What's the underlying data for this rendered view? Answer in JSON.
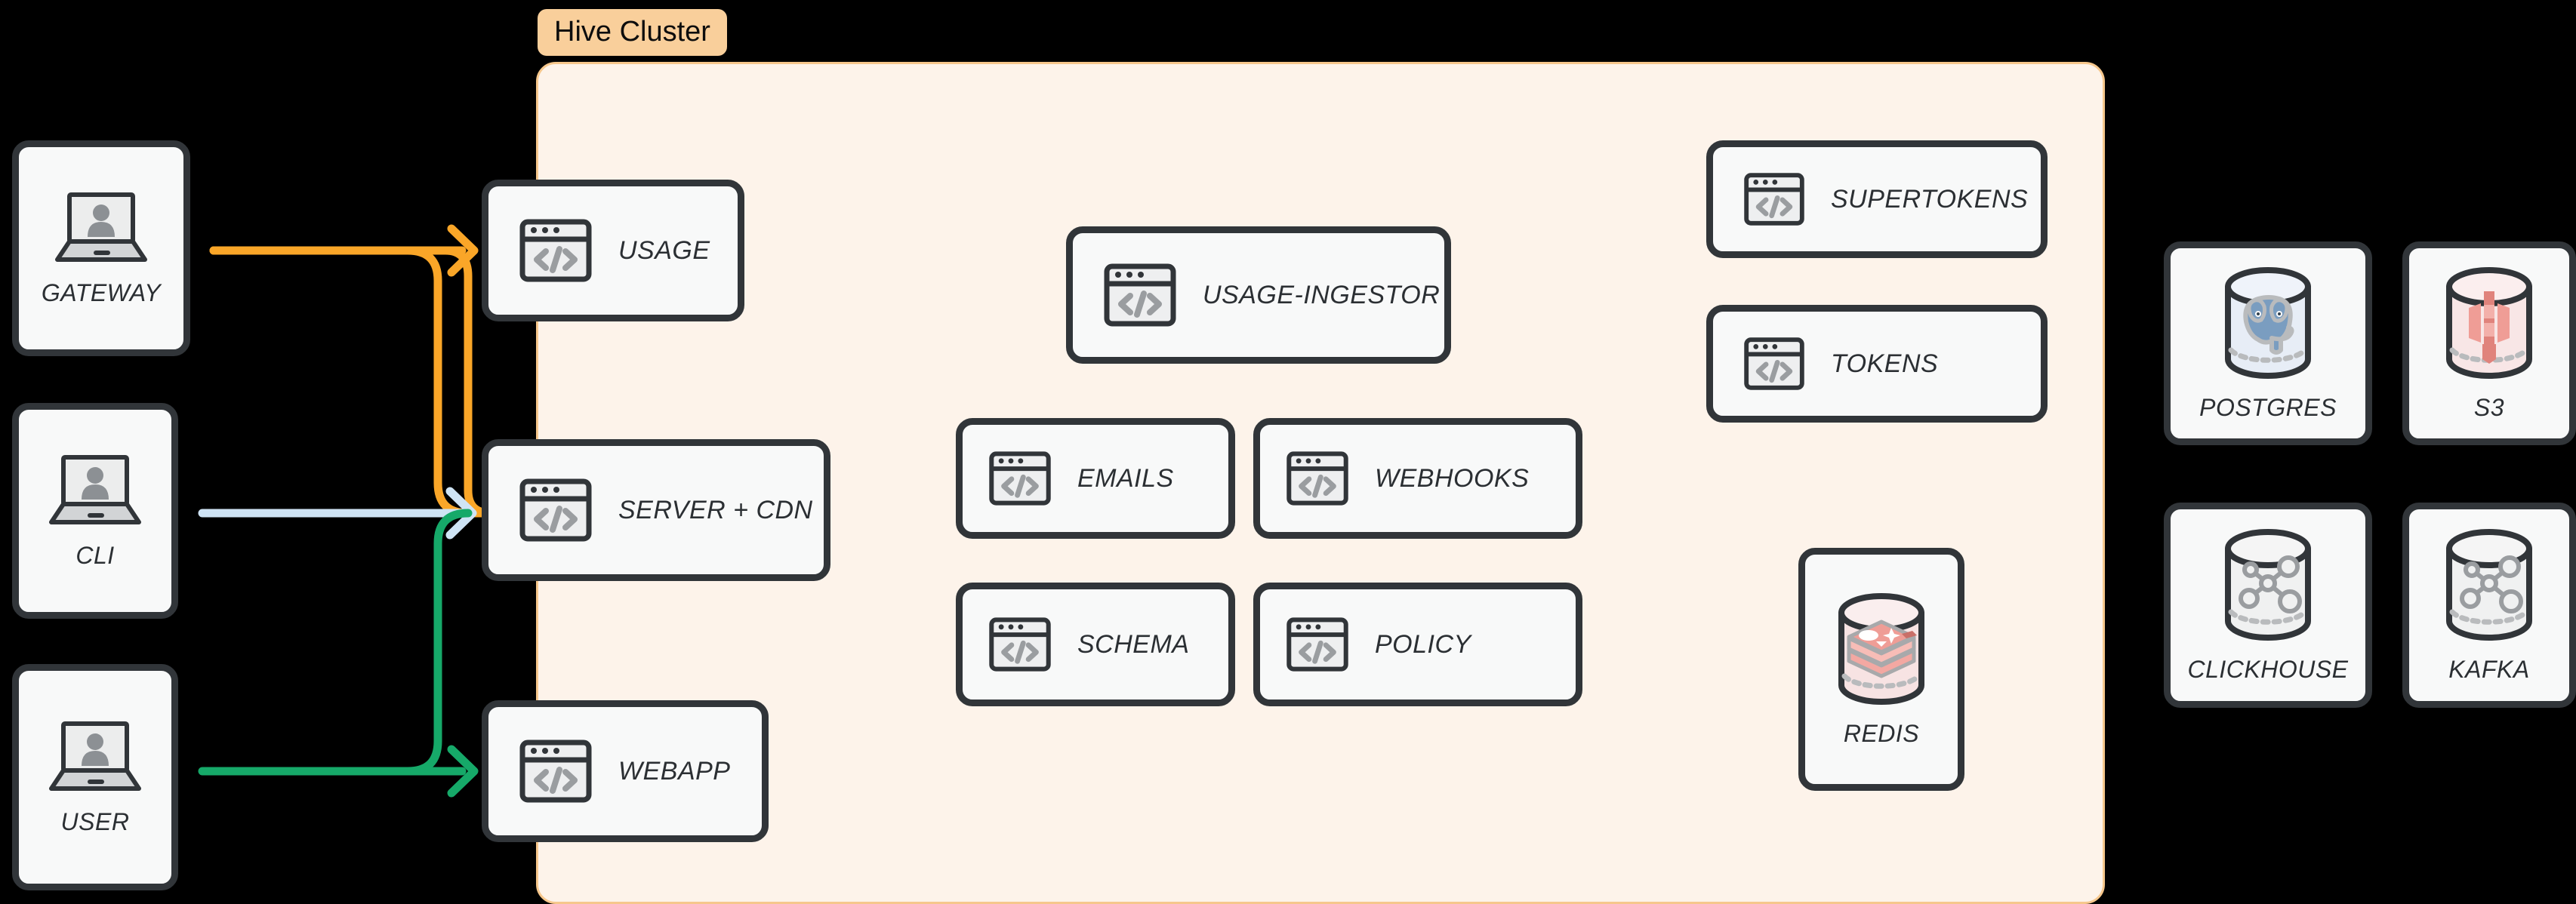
{
  "diagram": {
    "title": "Hive Cluster architecture diagram",
    "background_color": "#000000"
  },
  "cluster": {
    "badge_label": "Hive Cluster",
    "badge_bg": "#f9cf9b",
    "panel_bg": "#fdf3ea",
    "panel_border": "#f6c78c"
  },
  "clients": [
    {
      "label": "GATEWAY",
      "icon": "laptop-user-icon"
    },
    {
      "label": "CLI",
      "icon": "laptop-user-icon"
    },
    {
      "label": "USER",
      "icon": "laptop-user-icon"
    }
  ],
  "edge_services": [
    {
      "label": "USAGE",
      "icon": "code-window-icon"
    },
    {
      "label": "SERVER + CDN",
      "icon": "code-window-icon"
    },
    {
      "label": "WEBAPP",
      "icon": "code-window-icon"
    }
  ],
  "cluster_services": [
    {
      "label": "USAGE-INGESTOR",
      "icon": "code-window-icon"
    },
    {
      "label": "EMAILS",
      "icon": "code-window-icon"
    },
    {
      "label": "WEBHOOKS",
      "icon": "code-window-icon"
    },
    {
      "label": "SCHEMA",
      "icon": "code-window-icon"
    },
    {
      "label": "POLICY",
      "icon": "code-window-icon"
    },
    {
      "label": "SUPERTOKENS",
      "icon": "code-window-icon"
    },
    {
      "label": "TOKENS",
      "icon": "code-window-icon"
    }
  ],
  "cluster_datastores": [
    {
      "label": "REDIS",
      "icon": "redis-cylinder-icon",
      "tint": "#f7e3e3"
    }
  ],
  "external_datastores": [
    {
      "label": "POSTGRES",
      "icon": "postgres-cylinder-icon",
      "tint": "#e7edf6"
    },
    {
      "label": "S3",
      "icon": "s3-cylinder-icon",
      "tint": "#f8e6e6"
    },
    {
      "label": "CLICKHOUSE",
      "icon": "graph-cylinder-icon",
      "tint": "#f0f1f1"
    },
    {
      "label": "KAFKA",
      "icon": "graph-cylinder-icon",
      "tint": "#f0f1f1"
    }
  ],
  "connections": [
    {
      "from": "GATEWAY",
      "to": "USAGE",
      "color": "#faa628"
    },
    {
      "from": "GATEWAY",
      "to": "SERVER + CDN",
      "color": "#faa628"
    },
    {
      "from": "CLI",
      "to": "SERVER + CDN",
      "color": "#cfe4f5"
    },
    {
      "from": "USER",
      "to": "SERVER + CDN",
      "color": "#16a969"
    },
    {
      "from": "USER",
      "to": "WEBAPP",
      "color": "#16a969"
    }
  ],
  "colors": {
    "orange_edge": "#faa628",
    "blue_edge": "#cfe4f5",
    "green_edge": "#16a969",
    "card_border": "#313539",
    "card_fill": "#f8f9f9",
    "label_text": "#2b2f33"
  }
}
